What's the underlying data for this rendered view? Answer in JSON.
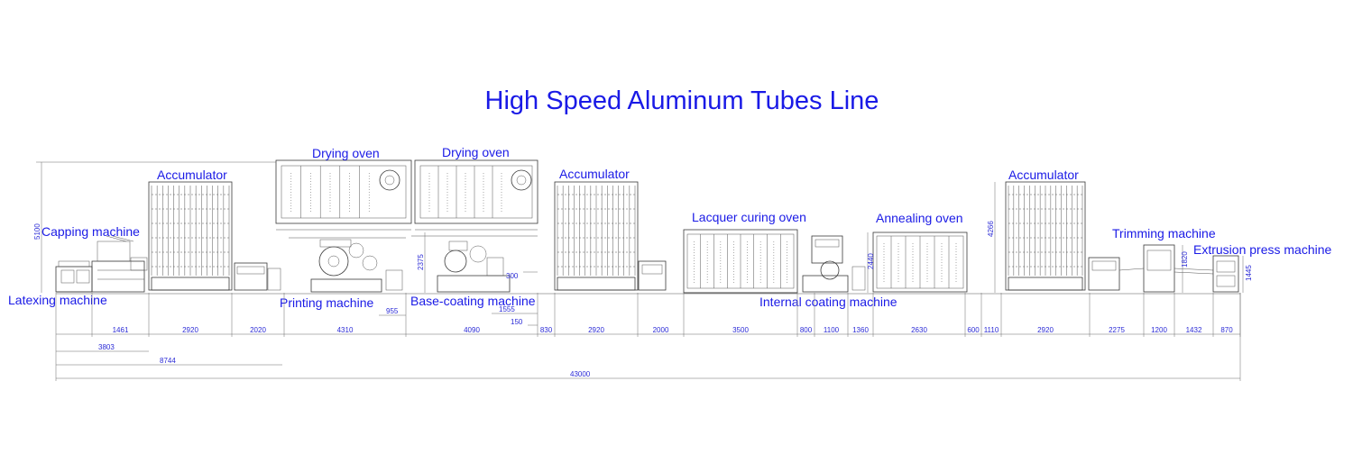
{
  "title": "High Speed Aluminum Tubes Line",
  "machines": {
    "latexing": "Latexing machine",
    "capping": "Capping machine",
    "accumulator_1": "Accumulator",
    "drying_oven_1": "Drying oven",
    "drying_oven_2": "Drying oven",
    "printing": "Printing machine",
    "base_coating": "Base-coating machine",
    "accumulator_2": "Accumulator",
    "lacquer_curing": "Lacquer curing oven",
    "internal_coating": "Internal coating machine",
    "annealing": "Annealing oven",
    "accumulator_3": "Accumulator",
    "trimming": "Trimming machine",
    "extrusion": "Extrusion press machine"
  },
  "dimensions": {
    "height_5100": "5100",
    "height_2375": "2375",
    "height_300": "300",
    "height_2440": "2440",
    "height_4266": "4266",
    "height_1820": "1820",
    "height_1445": "1445",
    "seg_955": "955",
    "seg_1555": "1555",
    "seg_150": "150",
    "row": [
      "1461",
      "2920",
      "2020",
      "4310",
      "4090",
      "830",
      "2920",
      "2000",
      "3500",
      "800",
      "1100",
      "1360",
      "2630",
      "600",
      "1110",
      "2920",
      "2275",
      "1200",
      "1432",
      "870"
    ],
    "total_3803": "3803",
    "total_8744": "8744",
    "overall": "43000"
  }
}
